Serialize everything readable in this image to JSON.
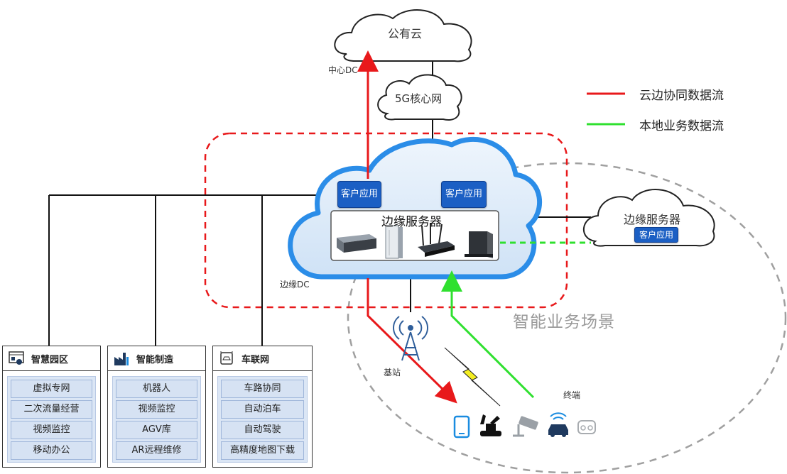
{
  "clouds": {
    "public_cloud": "公有云",
    "core_network": "5G核心网",
    "edge_server_cloud": "边缘服务器"
  },
  "labels": {
    "center_dc": "中心DC",
    "edge_dc": "边缘DC",
    "base_station": "基站",
    "terminal": "终端",
    "smart_scene": "智能业务场景"
  },
  "edge_center": {
    "title": "边缘服务器",
    "app_left": "客户应用",
    "app_right": "客户应用"
  },
  "remote_edge": {
    "app": "客户应用"
  },
  "legend": {
    "red": {
      "label": "云边协同数据流",
      "color": "#e8191b"
    },
    "green": {
      "label": "本地业务数据流",
      "color": "#2fe02f"
    }
  },
  "panels": [
    {
      "title": "智慧园区",
      "icon": "campus-icon",
      "items": [
        "虚拟专网",
        "二次流量经营",
        "视频监控",
        "移动办公"
      ]
    },
    {
      "title": "智能制造",
      "icon": "factory-icon",
      "items": [
        "机器人",
        "视频监控",
        "AGV库",
        "AR远程维修"
      ]
    },
    {
      "title": "车联网",
      "icon": "vehicle-chip-icon",
      "items": [
        "车路协同",
        "自动泊车",
        "自动驾驶",
        "高精度地图下载"
      ]
    }
  ],
  "terminals": [
    "phone-icon",
    "excavator-icon",
    "camera-icon",
    "connected-car-icon",
    "vr-headset-icon"
  ],
  "colors": {
    "cloud_blue": "#2b8de8",
    "edge_fill": "#dceaf8",
    "dashed_red": "#e8191b",
    "dashed_gray": "#a0a0a0"
  }
}
